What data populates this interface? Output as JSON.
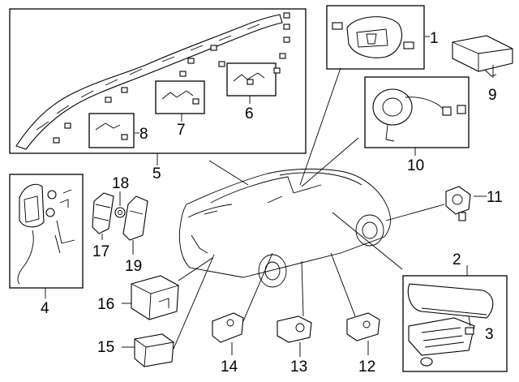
{
  "callouts": {
    "c1": "1",
    "c2": "2",
    "c3": "3",
    "c4": "4",
    "c5": "5",
    "c6": "6",
    "c7": "7",
    "c8": "8",
    "c9": "9",
    "c10": "10",
    "c11": "11",
    "c12": "12",
    "c13": "13",
    "c14": "14",
    "c15": "15",
    "c16": "16",
    "c17": "17",
    "c18": "18",
    "c19": "19"
  },
  "icons": {
    "steering-airbag": "steering-wheel-airbag-icon",
    "passenger-airbag": "passenger-airbag-module-icon",
    "curtain-airbag": "side-curtain-airbag-icon",
    "clockspring": "clockspring-icon",
    "control-unit": "srs-control-unit-icon",
    "sensor": "impact-sensor-icon",
    "vehicle": "vehicle-outline-icon"
  }
}
